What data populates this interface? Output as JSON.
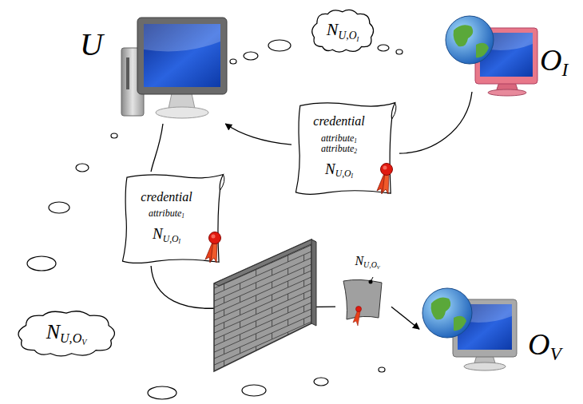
{
  "diagram": {
    "nodes": [
      {
        "text": [
          "U"
        ]
      },
      {
        "text": [
          "NU,OI"
        ]
      },
      {
        "text": [
          "OI"
        ]
      },
      {
        "text": [
          "credential",
          "attribute1",
          "attribute2",
          "NU,OI"
        ]
      },
      {
        "text": [
          "credential",
          "attribute1",
          "NU,OI"
        ]
      },
      {
        "text": [
          "NU,OV"
        ]
      },
      {
        "text": [
          "NU,OV"
        ]
      },
      {
        "text": [
          "OV"
        ]
      }
    ],
    "edges": [
      {
        "from": 2,
        "to": 3,
        "arrow": "none"
      },
      {
        "from": 3,
        "to": 0,
        "arrow": "to"
      },
      {
        "from": 0,
        "to": 4,
        "arrow": "none"
      },
      {
        "from": 4,
        "to": 5,
        "arrow": "none"
      },
      {
        "from": 5,
        "to": 7,
        "arrow": "to"
      }
    ]
  }
}
